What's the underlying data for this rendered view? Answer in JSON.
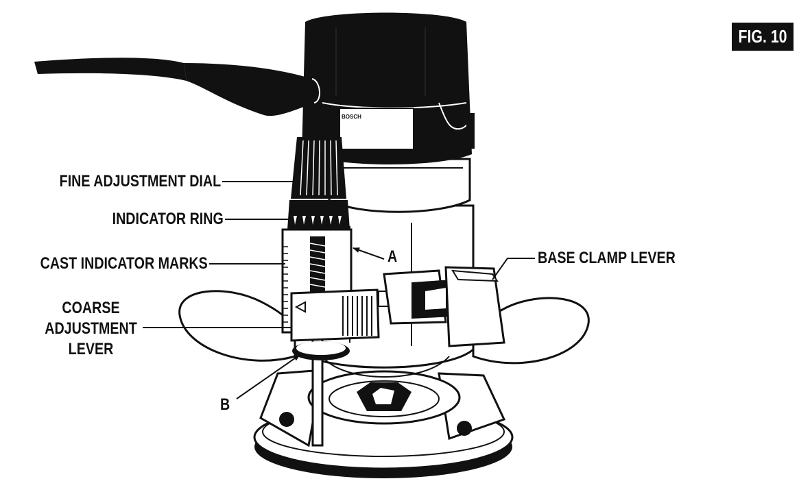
{
  "figure": {
    "label": "FIG. 10"
  },
  "tool": {
    "brand": "BOSCH"
  },
  "callouts": {
    "fine_adjustment_dial": "FINE ADJUSTMENT DIAL",
    "indicator_ring": "INDICATOR RING",
    "cast_indicator_marks": "CAST INDICATOR MARKS",
    "coarse_adjustment_lever": [
      "COARSE",
      "ADJUSTMENT",
      "LEVER"
    ],
    "base_clamp_lever": "BASE CLAMP LEVER",
    "point_a": "A",
    "point_b": "B"
  },
  "colors": {
    "ink": "#111111",
    "paper": "#ffffff"
  }
}
